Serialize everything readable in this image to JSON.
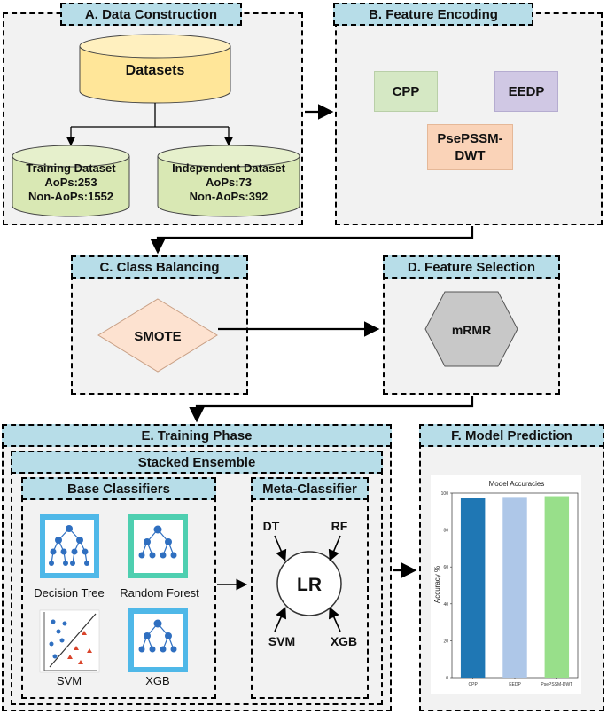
{
  "panels": {
    "a": {
      "title": "A. Data Construction"
    },
    "b": {
      "title": "B. Feature Encoding"
    },
    "c": {
      "title": "C. Class Balancing"
    },
    "d": {
      "title": "D. Feature Selection"
    },
    "e": {
      "title": "E. Training Phase"
    },
    "f": {
      "title": "F. Model Prediction"
    }
  },
  "data_construction": {
    "datasets": "Datasets",
    "training": {
      "title": "Training Dataset",
      "aops": "AoPs:253",
      "non_aops": "Non-AoPs:1552"
    },
    "independent": {
      "title": "Independent Dataset",
      "aops": "AoPs:73",
      "non_aops": "Non-AoPs:392"
    }
  },
  "feature_encoding": {
    "cpp": "CPP",
    "eedp": "EEDP",
    "psepssm_line1": "PsePSSM-",
    "psepssm_line2": "DWT"
  },
  "class_balancing": {
    "method": "SMOTE"
  },
  "feature_selection": {
    "method": "mRMR"
  },
  "training_phase": {
    "stacked_ensemble": "Stacked Ensemble",
    "base_classifiers": {
      "title": "Base Classifiers",
      "items": [
        "Decision Tree",
        "Random Forest",
        "SVM",
        "XGB"
      ]
    },
    "meta_classifier": {
      "title": "Meta-Classifier",
      "center": "LR",
      "inputs": [
        "DT",
        "RF",
        "SVM",
        "XGB"
      ]
    }
  },
  "colors": {
    "header_bg": "#b7dde8",
    "panel_bg": "#f2f2f2",
    "datasets_fill": "#ffe699",
    "cylinder_fill": "#d9e8b4",
    "cpp_fill": "#d5e8c4",
    "eedp_fill": "#d0c8e4",
    "psepssm_fill": "#fad3b8",
    "smote_fill": "#fde2d0",
    "mrmr_fill": "#c8c8c8",
    "icon_bg_blue": "#4fb8e8",
    "icon_bg_green": "#4ecfb0",
    "node_blue": "#2f6fc0"
  },
  "chart_data": {
    "type": "bar",
    "title": "Model Accuracies",
    "ylabel": "Accuracy %",
    "xlabel": "",
    "categories": [
      "CPP",
      "EEDP",
      "PsePSSM-DWT"
    ],
    "values": [
      97.5,
      97.9,
      98.3
    ],
    "colors": [
      "#1f77b4",
      "#aec7e8",
      "#98df8a"
    ],
    "ylim": [
      0,
      100
    ],
    "yticks": [
      "0",
      "20",
      "40",
      "60",
      "80",
      "100"
    ],
    "grid": false
  }
}
